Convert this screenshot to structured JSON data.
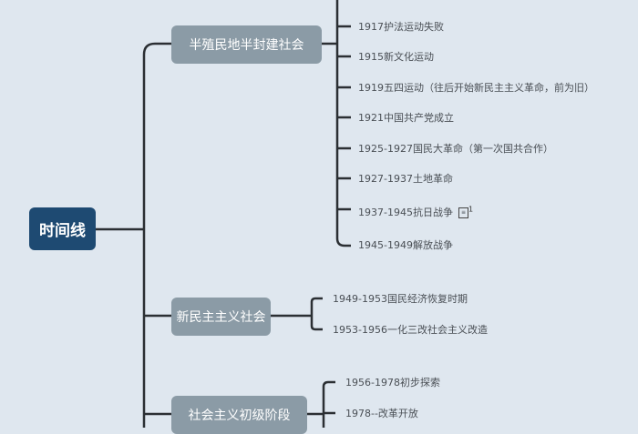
{
  "root": "时间线",
  "branches": [
    {
      "label": "半殖民地半封建社会",
      "items": [
        "1917护法运动失败",
        "1915新文化运动",
        "1919五四运动（往后开始新民主主义革命，前为旧）",
        "1921中国共产党成立",
        "1925-1927国民大革命（第一次国共合作）",
        "1927-1937土地革命",
        "1937-1945抗日战争",
        "1945-1949解放战争"
      ]
    },
    {
      "label": "新民主主义社会",
      "items": [
        "1949-1953国民经济恢复时期",
        "1953-1956一化三改社会主义改造"
      ]
    },
    {
      "label": "社会主义初级阶段",
      "items": [
        "1956-1978初步探索",
        "1978--改革开放"
      ]
    }
  ],
  "note_icon": "note-icon",
  "note_count": "1"
}
